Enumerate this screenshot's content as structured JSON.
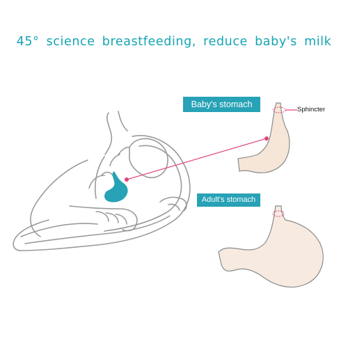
{
  "headline": "45° science breastfeeding, reduce baby's milk",
  "labels": {
    "baby_stomach": "Baby's stomach",
    "adult_stomach": "Adult's stomach",
    "sphincter": "Sphincter"
  },
  "colors": {
    "teal": "#27a2b6",
    "headline": "#15a4b5",
    "stomach_fill": "#f7ebe1",
    "outline": "#8a8a8a",
    "pointer_line": "#e0457a"
  }
}
